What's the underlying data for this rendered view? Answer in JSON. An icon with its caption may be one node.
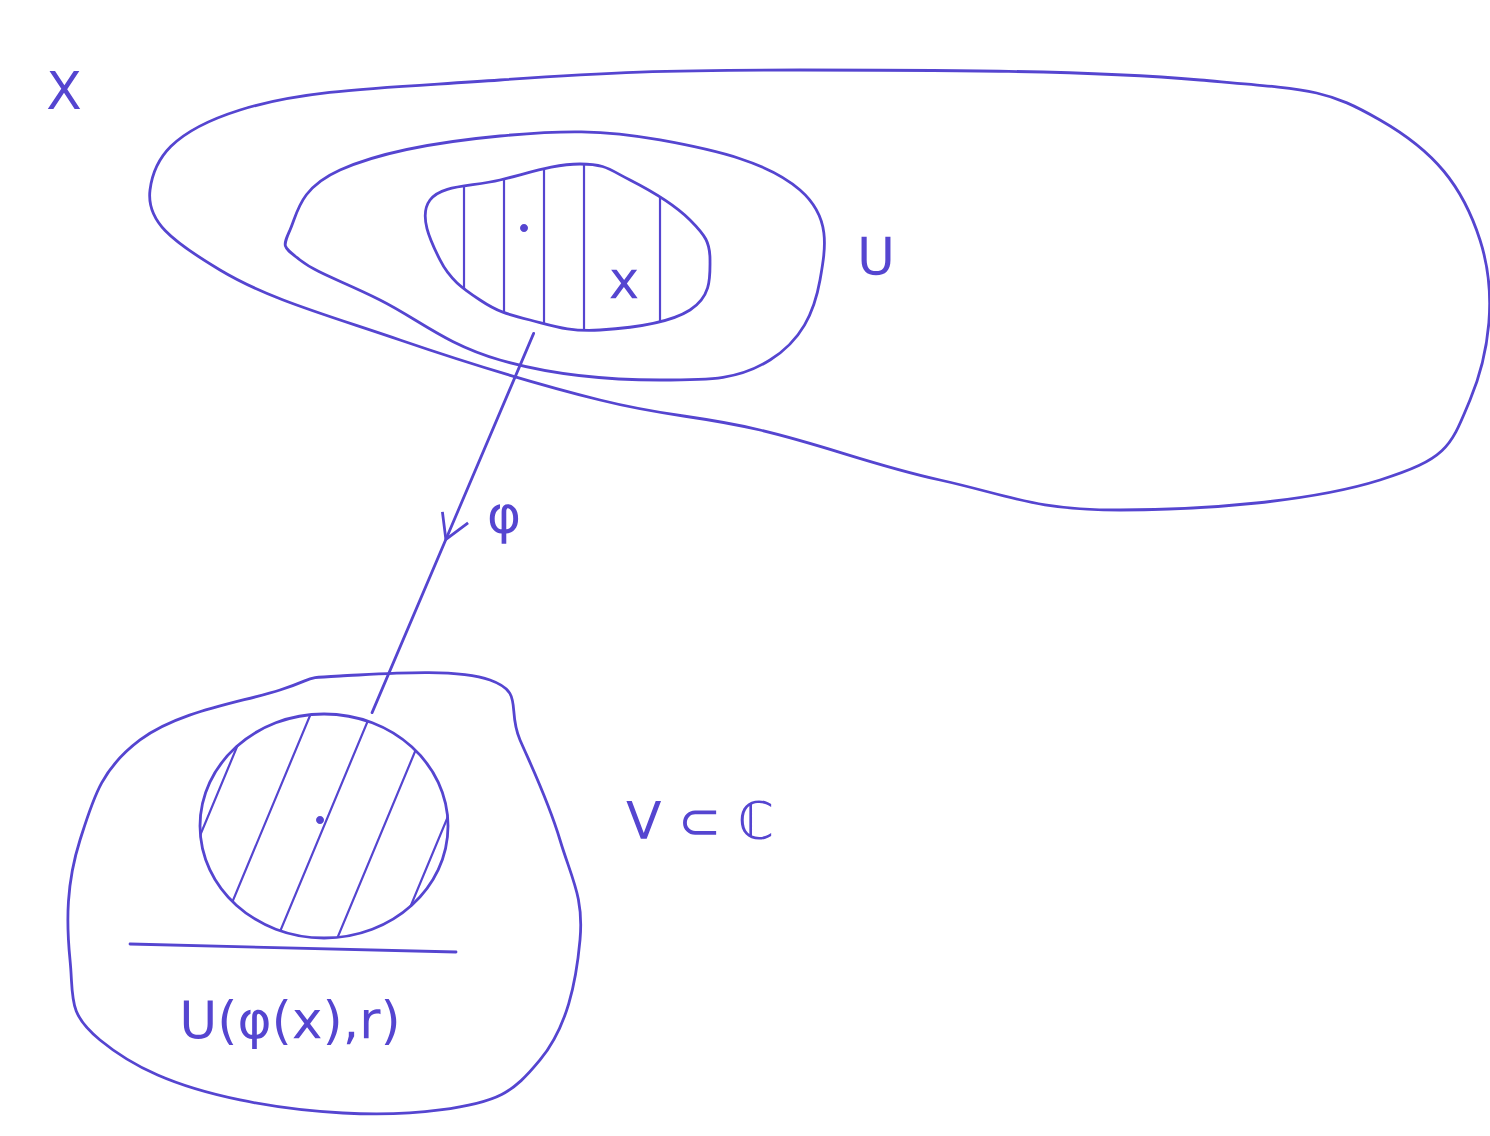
{
  "diagram": {
    "nodes": [
      {
        "text": [
          "X"
        ]
      },
      {
        "text": [
          "U"
        ],
        "in": 0
      },
      {
        "text": [
          "x"
        ],
        "in": 1
      },
      {
        "text": [
          "V ⊂ ℂ"
        ]
      },
      {
        "text": [
          "U(φ(x),r)"
        ],
        "in": 3
      }
    ],
    "edges": [
      {
        "from": 2,
        "to": 4,
        "arrow": "to",
        "label": "φ"
      }
    ]
  }
}
